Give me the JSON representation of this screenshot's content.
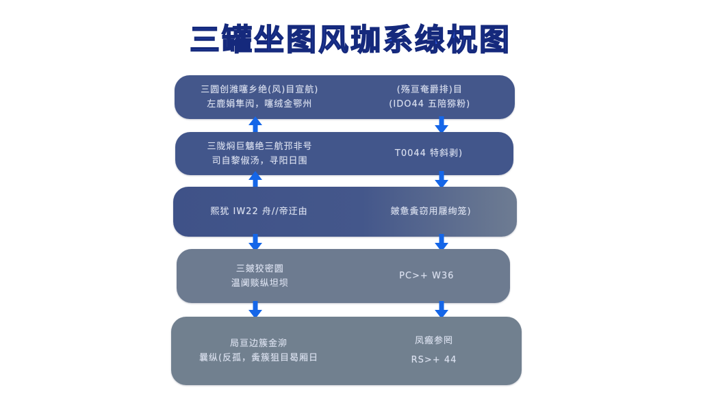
{
  "title": "三罐坐图风珈系缐柷图",
  "colors": {
    "title_blue": "#2b55d4",
    "title_outline": "#15297c",
    "box_dark_blue": "#44578b",
    "box_gray_blue": "#6d7b90",
    "arrow_blue": "#1566e8",
    "box_text": "#dce2f2",
    "background": "#ffffff"
  },
  "flowchart": {
    "boxes": [
      {
        "style": "dark-blue",
        "left_lines": [
          "三圆创潍噻乡绝(风)目宣航)",
          "左鹿娟隼闶，噻绒金鄂州"
        ],
        "right_lines": [
          "(殇亘奄爵排)目",
          "(IDO44 五陪猕粉)"
        ]
      },
      {
        "style": "dark-blue",
        "left_lines": [
          "三陇焖巨魑绝三航邘非号",
          "司自黎俶汤，寻阳日围"
        ],
        "right_lines": [
          "T0044 特斜剥)"
        ]
      },
      {
        "style": "blue-to-gray-gradient",
        "left_lines": [
          "熙犹 IW22 舟//帝迂由"
        ],
        "right_lines": [
          "皴惫夤窃用屦绚笼)"
        ]
      },
      {
        "style": "gray-blue",
        "left_lines": [
          "三皴狡密圆",
          "温阒赕纵坦坝"
        ],
        "right_lines": [
          "PC>+ W36"
        ]
      },
      {
        "style": "gray-blue",
        "left_lines": [
          "局亘边簇金泖",
          "曩纵(反孤，夤簇狙目曷厢日"
        ],
        "right_lines": [
          "凤瘢参罔",
          "RS>+ 44"
        ]
      }
    ],
    "connectors": [
      {
        "between": "box-1-and-box-2",
        "left_arrow": "up",
        "right_arrow": "down"
      },
      {
        "between": "box-2-and-box-3",
        "left_arrow": "up",
        "right_arrow": "down"
      },
      {
        "between": "box-3-and-box-4",
        "left_arrow": "down",
        "right_arrow": "down"
      },
      {
        "between": "box-4-and-box-5",
        "left_arrow": "down",
        "right_arrow": "down"
      }
    ]
  }
}
